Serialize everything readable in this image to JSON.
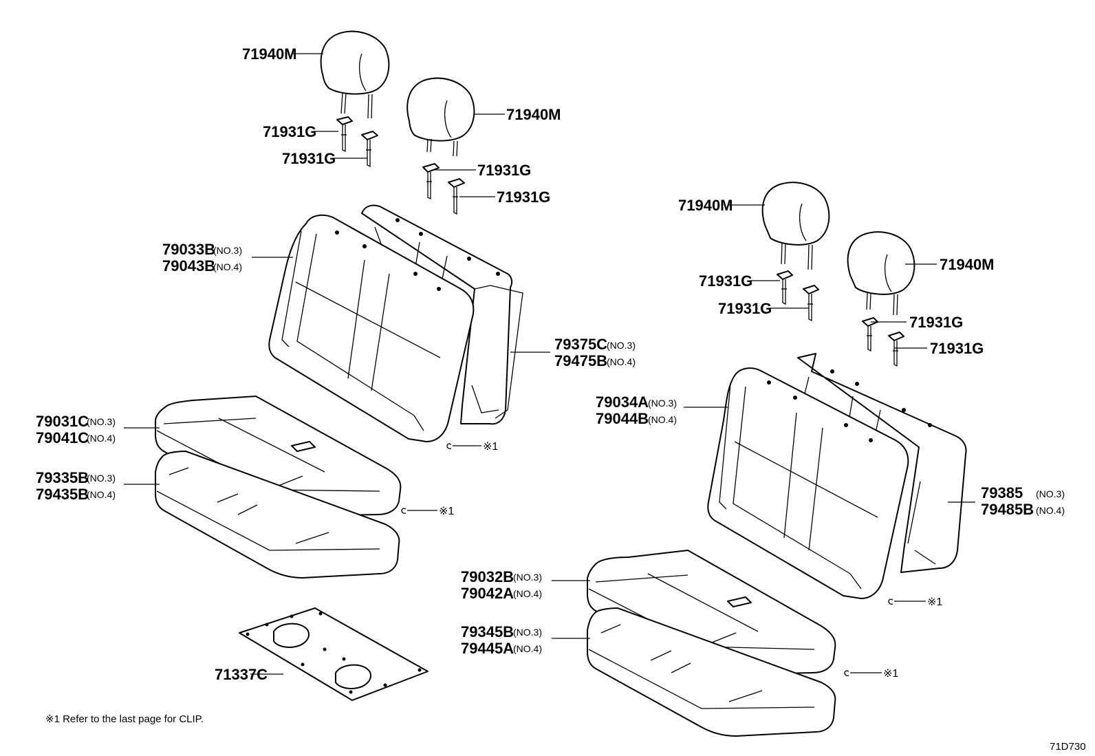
{
  "labels": {
    "hr_tl_1": "71940M",
    "hr_tl_2": "71940M",
    "hr_tr_1": "71940M",
    "hr_tr_2": "71940M",
    "sup_tl_1": "71931G",
    "sup_tl_2": "71931G",
    "sup_tl_3": "71931G",
    "sup_tl_4": "71931G",
    "sup_tr_1": "71931G",
    "sup_tr_2": "71931G",
    "sup_tr_3": "71931G",
    "sup_tr_4": "71931G",
    "back_l_a": "79033B",
    "back_l_a_sub": "(NO.3)",
    "back_l_b": "79043B",
    "back_l_b_sub": "(NO.4)",
    "rear_l_a": "79375C",
    "rear_l_a_sub": "(NO.3)",
    "rear_l_b": "79475B",
    "rear_l_b_sub": "(NO.4)",
    "cush_l_a": "79031C",
    "cush_l_a_sub": "(NO.3)",
    "cush_l_b": "79041C",
    "cush_l_b_sub": "(NO.4)",
    "pad_l_a": "79335B",
    "pad_l_a_sub": "(NO.3)",
    "pad_l_b": "79435B",
    "pad_l_b_sub": "(NO.4)",
    "back_r_a": "79034A",
    "back_r_a_sub": "(NO.3)",
    "back_r_b": "79044B",
    "back_r_b_sub": "(NO.4)",
    "rear_r_a": "79385",
    "rear_r_a_sub": "(NO.3)",
    "rear_r_b": "79485B",
    "rear_r_b_sub": "(NO.4)",
    "cush_r_a": "79032B",
    "cush_r_a_sub": "(NO.3)",
    "cush_r_b": "79042A",
    "cush_r_b_sub": "(NO.4)",
    "pad_r_a": "79345B",
    "pad_r_a_sub": "(NO.3)",
    "pad_r_b": "79445A",
    "pad_r_b_sub": "(NO.4)",
    "board": "71337C",
    "clip_mark": "※1"
  },
  "footnote": "※1  Refer to the last page for CLIP.",
  "figure_code": "71D730"
}
